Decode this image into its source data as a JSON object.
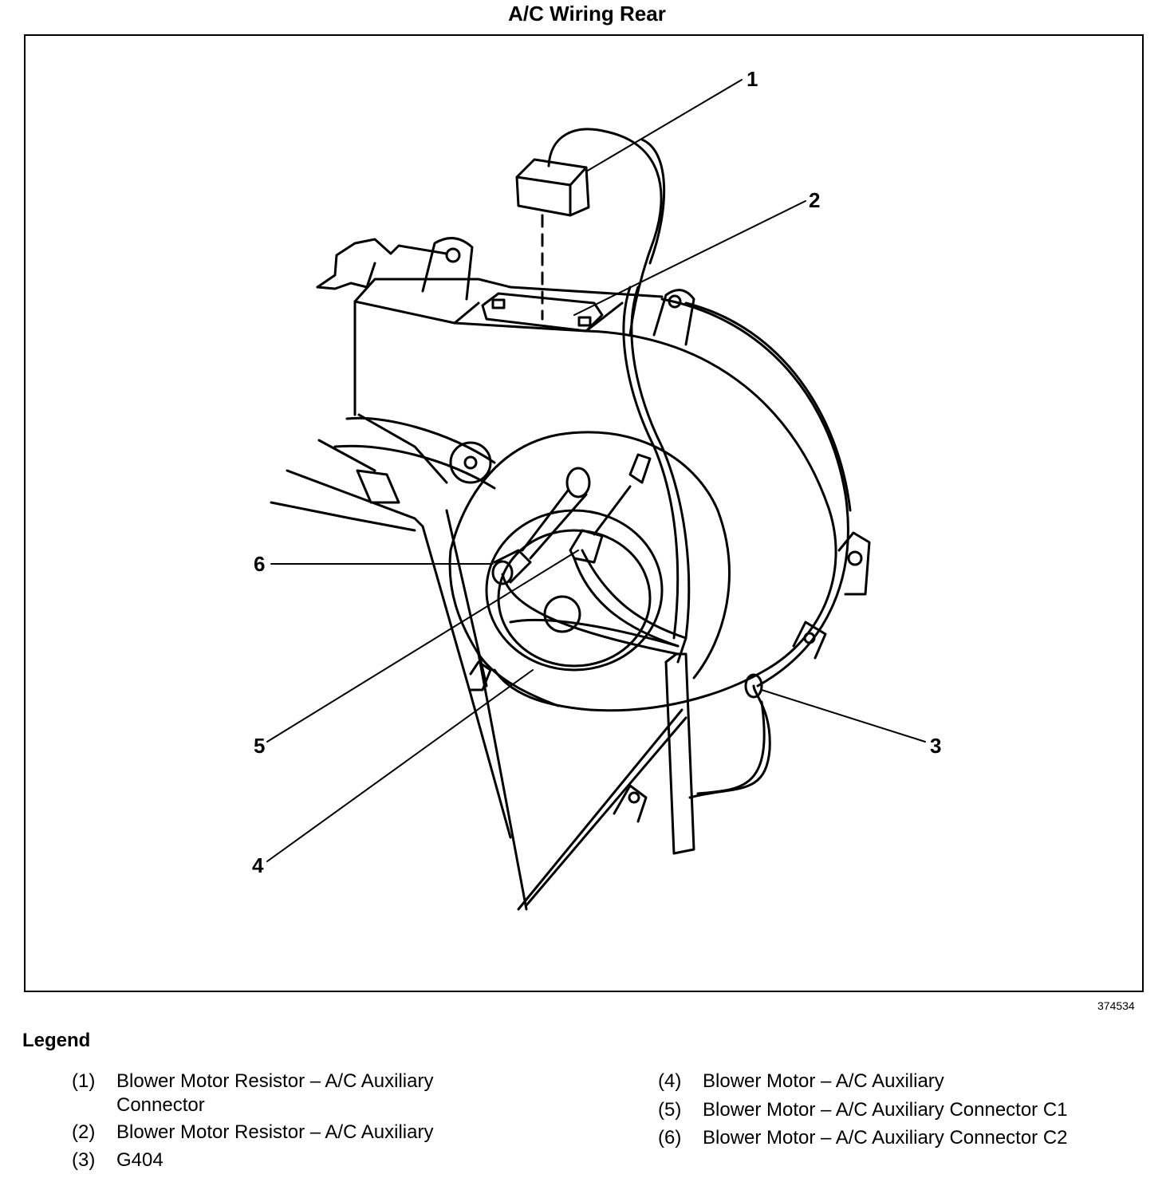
{
  "title": "A/C Wiring Rear",
  "figure_id": "374534",
  "callouts": [
    "1",
    "2",
    "3",
    "4",
    "5",
    "6"
  ],
  "legend": {
    "heading": "Legend",
    "items": [
      {
        "num": "(1)",
        "line1": "Blower Motor Resistor – A/C Auxiliary",
        "line2": "Connector"
      },
      {
        "num": "(2)",
        "line1": "Blower Motor Resistor – A/C Auxiliary",
        "line2": ""
      },
      {
        "num": "(3)",
        "line1": "G404",
        "line2": ""
      },
      {
        "num": "(4)",
        "line1": "Blower Motor – A/C Auxiliary",
        "line2": ""
      },
      {
        "num": "(5)",
        "line1": "Blower Motor – A/C Auxiliary Connector C1",
        "line2": ""
      },
      {
        "num": "(6)",
        "line1": "Blower Motor – A/C Auxiliary Connector C2",
        "line2": ""
      }
    ]
  }
}
